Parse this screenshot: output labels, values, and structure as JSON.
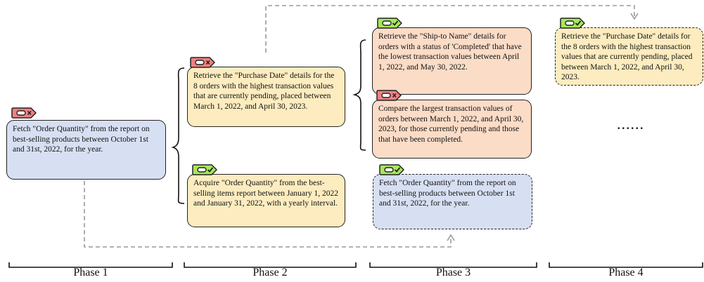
{
  "phases": [
    "Phase 1",
    "Phase 2",
    "Phase 3",
    "Phase 4"
  ],
  "cards": {
    "p1_fetch": "Fetch \"Order Quantity\" from the report on best-selling products between October 1st and 31st, 2022, for the year.",
    "p2_retrieve_purchase": "Retrieve the \"Purchase Date\" details for the 8 orders with the highest transaction values that are currently pending, placed between March 1, 2022, and April 30, 2023.",
    "p2_acquire": "Acquire \"Order Quantity\" from the best-selling items report between January 1, 2022 and January 31, 2022, with a yearly interval.",
    "p3_ship_to": "Retrieve the \"Ship-to Name\" details for orders with a status of 'Completed' that have the lowest transaction values between April 1, 2022, and May 30, 2022.",
    "p3_compare": "Compare the largest transaction values of orders between March 1, 2022, and April 30, 2023, for those currently pending and those that have been completed.",
    "p3_fetch": "Fetch \"Order Quantity\" from the report on best-selling products between October 1st and 31st, 2022, for the year.",
    "p4_retrieve_purchase": "Retrieve the \"Purchase Date\" details for the 8 orders with the highest transaction values that are currently pending, placed between March 1, 2022, and April 30, 2023."
  },
  "ellipsis": "......",
  "colors": {
    "blue_card": "#d7e0f2",
    "yellow_card": "#fcecbf",
    "peach_card": "#fbdcc7",
    "fail_tag": "#f08080",
    "success_tag": "#a6e85a",
    "connector": "#9a9a9a"
  },
  "icons": {
    "fail": "red-ticket-cross-icon",
    "success": "green-ticket-check-icon"
  }
}
